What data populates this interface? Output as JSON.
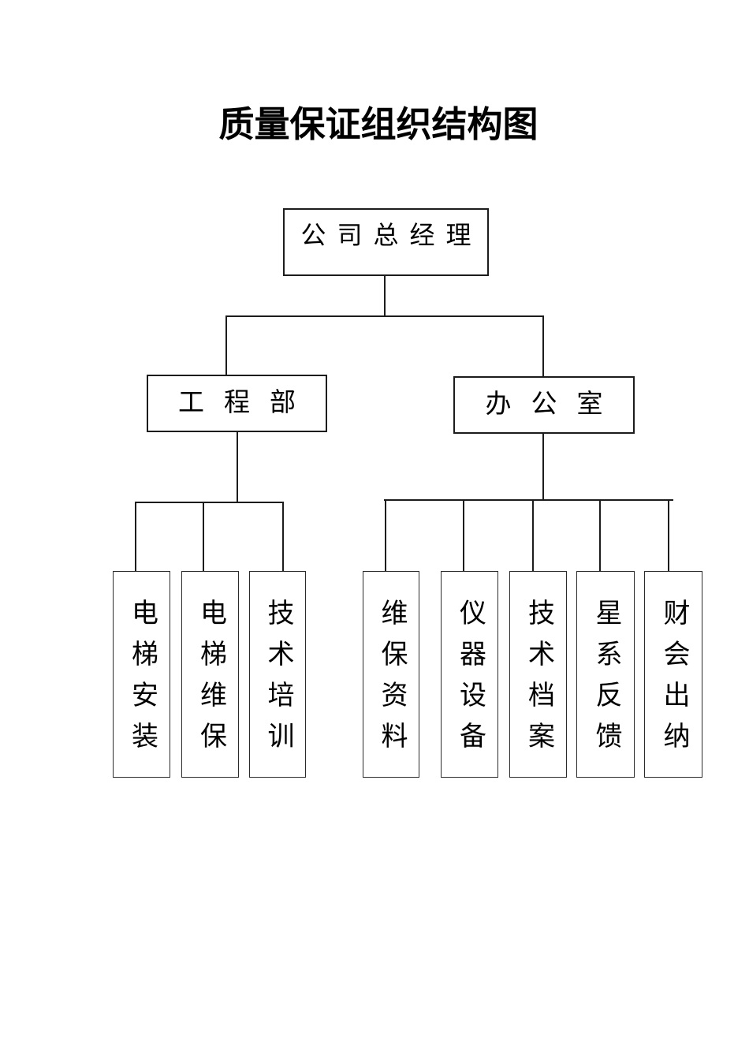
{
  "page": {
    "background_color": "#ffffff",
    "line_color": "#1c1c1c",
    "text_color": "#000000"
  },
  "title": "质量保证组织结构图",
  "org_chart": {
    "root": {
      "label": "公司总经理"
    },
    "departments": [
      {
        "label": "工程部",
        "children": [
          "电梯安装",
          "电梯维保",
          "技术培训"
        ]
      },
      {
        "label": "办公室",
        "children": [
          "维保资料",
          "仪器设备",
          "技术档案",
          "星系反馈",
          "财会出纳"
        ]
      }
    ]
  }
}
